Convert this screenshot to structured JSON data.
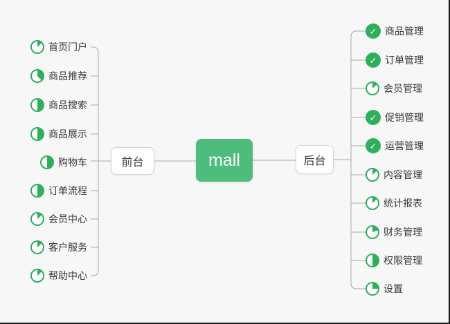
{
  "colors": {
    "bg": "#f7f7f7",
    "edge": "#1c1c1c",
    "node_green": "#4dbc7c",
    "icon_green": "#2fae5e",
    "line": "#a8a8a8",
    "text": "#383838",
    "node_border": "#d5d5d5"
  },
  "icons": {
    "check": "✓",
    "pie": "progress-pie"
  },
  "center": {
    "label": "mall"
  },
  "left_branch": {
    "label": "前台",
    "items": [
      {
        "label": "首页门户",
        "icon": "pie",
        "progress": 13
      },
      {
        "label": "商品推荐",
        "icon": "pie",
        "progress": 38
      },
      {
        "label": "商品搜索",
        "icon": "pie",
        "progress": 50
      },
      {
        "label": "商品展示",
        "icon": "pie",
        "progress": 50
      },
      {
        "label": "购物车",
        "icon": "pie",
        "progress": 50
      },
      {
        "label": "订单流程",
        "icon": "pie",
        "progress": 50
      },
      {
        "label": "会员中心",
        "icon": "pie",
        "progress": 13
      },
      {
        "label": "客户服务",
        "icon": "pie",
        "progress": 13
      },
      {
        "label": "帮助中心",
        "icon": "pie",
        "progress": 13
      }
    ]
  },
  "right_branch": {
    "label": "后台",
    "items": [
      {
        "label": "商品管理",
        "icon": "check"
      },
      {
        "label": "订单管理",
        "icon": "check"
      },
      {
        "label": "会员管理",
        "icon": "pie",
        "progress": 13
      },
      {
        "label": "促销管理",
        "icon": "check"
      },
      {
        "label": "运营管理",
        "icon": "check"
      },
      {
        "label": "内容管理",
        "icon": "pie",
        "progress": 13
      },
      {
        "label": "统计报表",
        "icon": "pie",
        "progress": 13
      },
      {
        "label": "财务管理",
        "icon": "pie",
        "progress": 20
      },
      {
        "label": "权限管理",
        "icon": "pie",
        "progress": 50
      },
      {
        "label": "设置",
        "icon": "pie",
        "progress": 25
      }
    ]
  }
}
